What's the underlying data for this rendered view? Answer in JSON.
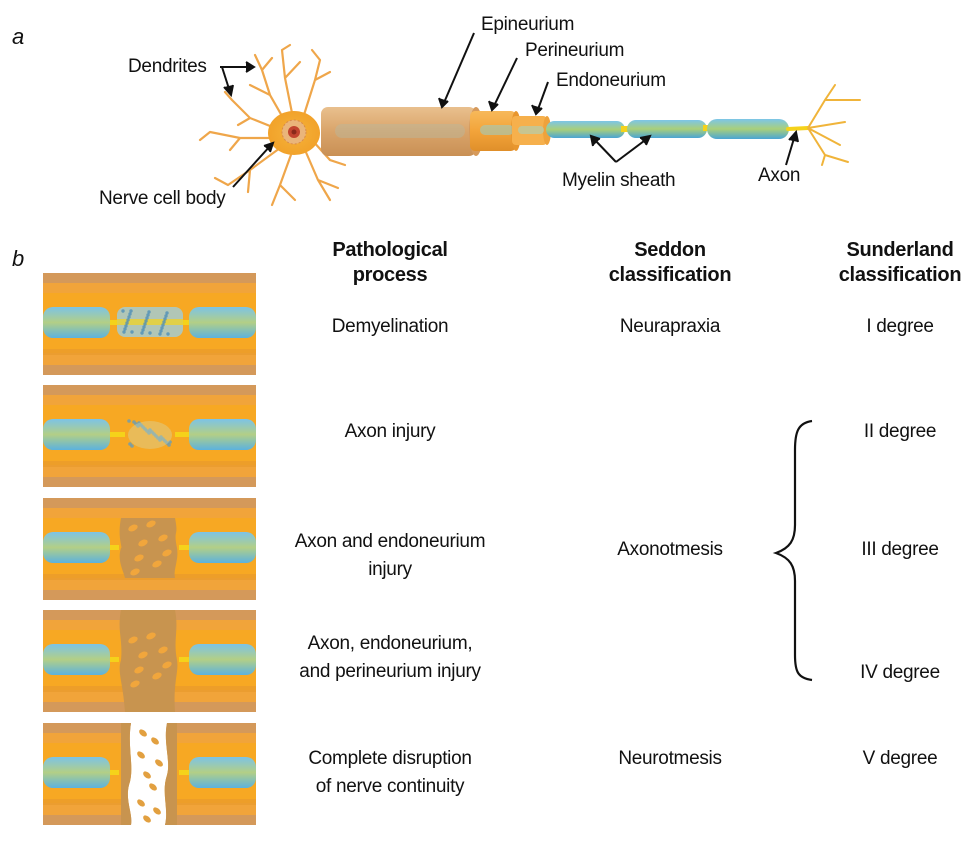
{
  "panel_a": {
    "letter": "a",
    "labels": {
      "dendrites": "Dendrites",
      "nerve_cell_body": "Nerve cell body",
      "epineurium": "Epineurium",
      "perineurium": "Perineurium",
      "endoneurium": "Endoneurium",
      "myelin_sheath": "Myelin sheath",
      "axon": "Axon"
    }
  },
  "panel_b": {
    "letter": "b",
    "headers": {
      "process_line1": "Pathological",
      "process_line2": "process",
      "seddon_line1": "Seddon",
      "seddon_line2": "classification",
      "sunderland_line1": "Sunderland",
      "sunderland_line2": "classification"
    },
    "rows": [
      {
        "process": [
          "Demyelination"
        ],
        "sunderland": "I degree",
        "damage": "demyelination"
      },
      {
        "process": [
          "Axon injury"
        ],
        "sunderland": "II degree",
        "damage": "axon"
      },
      {
        "process": [
          "Axon and endoneurium",
          "injury"
        ],
        "sunderland": "III degree",
        "damage": "endoneurium"
      },
      {
        "process": [
          "Axon, endoneurium,",
          "and perineurium injury"
        ],
        "sunderland": "IV degree",
        "damage": "perineurium"
      },
      {
        "process": [
          "Complete disruption",
          "of nerve continuity"
        ],
        "sunderland": "V degree",
        "damage": "complete"
      }
    ],
    "seddon": {
      "neurapraxia": "Neurapraxia",
      "axonotmesis": "Axonotmesis",
      "neurotmesis": "Neurotmesis"
    }
  },
  "colors": {
    "outer_sheath": "#d4995a",
    "inner_tissue": "#f7a823",
    "myelin": "#6fbde0",
    "axon": "#f5d21a",
    "dendrite": "#f0a94a",
    "epineurium": "#e0b07a",
    "perineurium": "#f3a640"
  }
}
